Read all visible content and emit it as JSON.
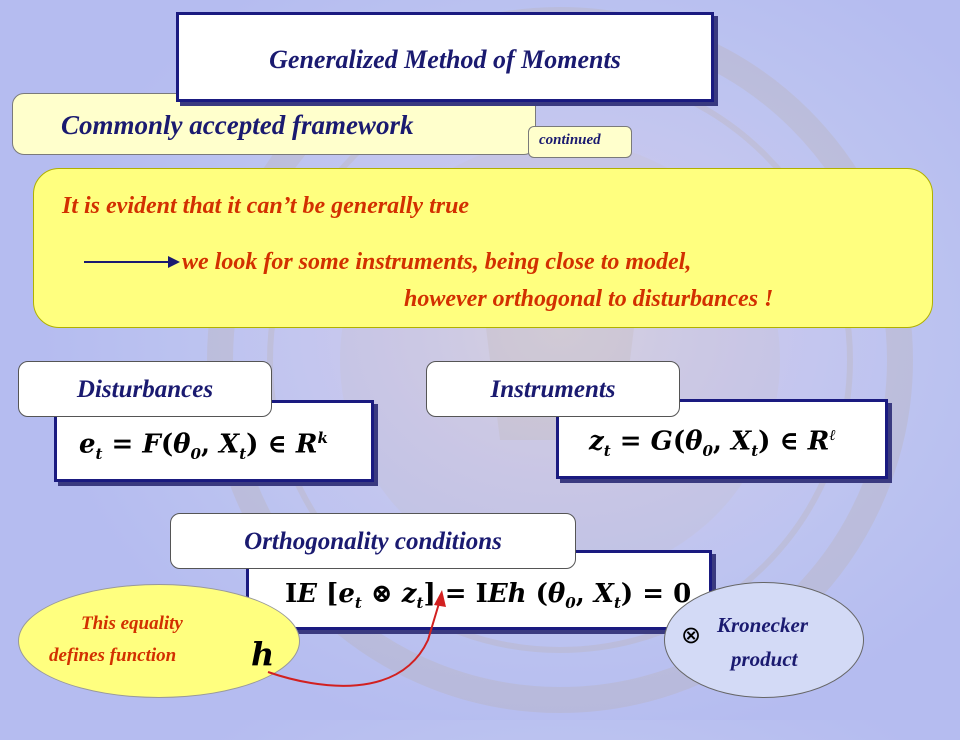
{
  "title": "Generalized Method of Moments",
  "framework": "Commonly accepted framework",
  "continued": "continued",
  "evident": {
    "line1": "It is evident that it can’t be generally true",
    "line2": "we look for some instruments, being close to model,",
    "line3": "however orthogonal to disturbances !"
  },
  "disturbances": {
    "label": "Disturbances",
    "formula": "e_t = F(θ_0, X_t) ∈ R^k"
  },
  "instruments": {
    "label": "Instruments",
    "formula": "z_t = G(θ_0, X_t) ∈ R^ℓ"
  },
  "orthogonality": {
    "label": "Orthogonality conditions",
    "formula": "IE[e_t ⊗ z_t] = IEh(θ_0, X_t) = 0"
  },
  "note": {
    "line1": "This equality",
    "line2": "defines function",
    "symbol": "h"
  },
  "kronecker": {
    "symbol": "⊗",
    "line1": "Kronecker",
    "line2": "product"
  },
  "colors": {
    "title_text": "#1a1a70",
    "highlight_text": "#d23000",
    "yellow_box": "#ffff7f",
    "pale_yellow_box": "#ffffcc",
    "border_navy": "#1a1a80"
  }
}
